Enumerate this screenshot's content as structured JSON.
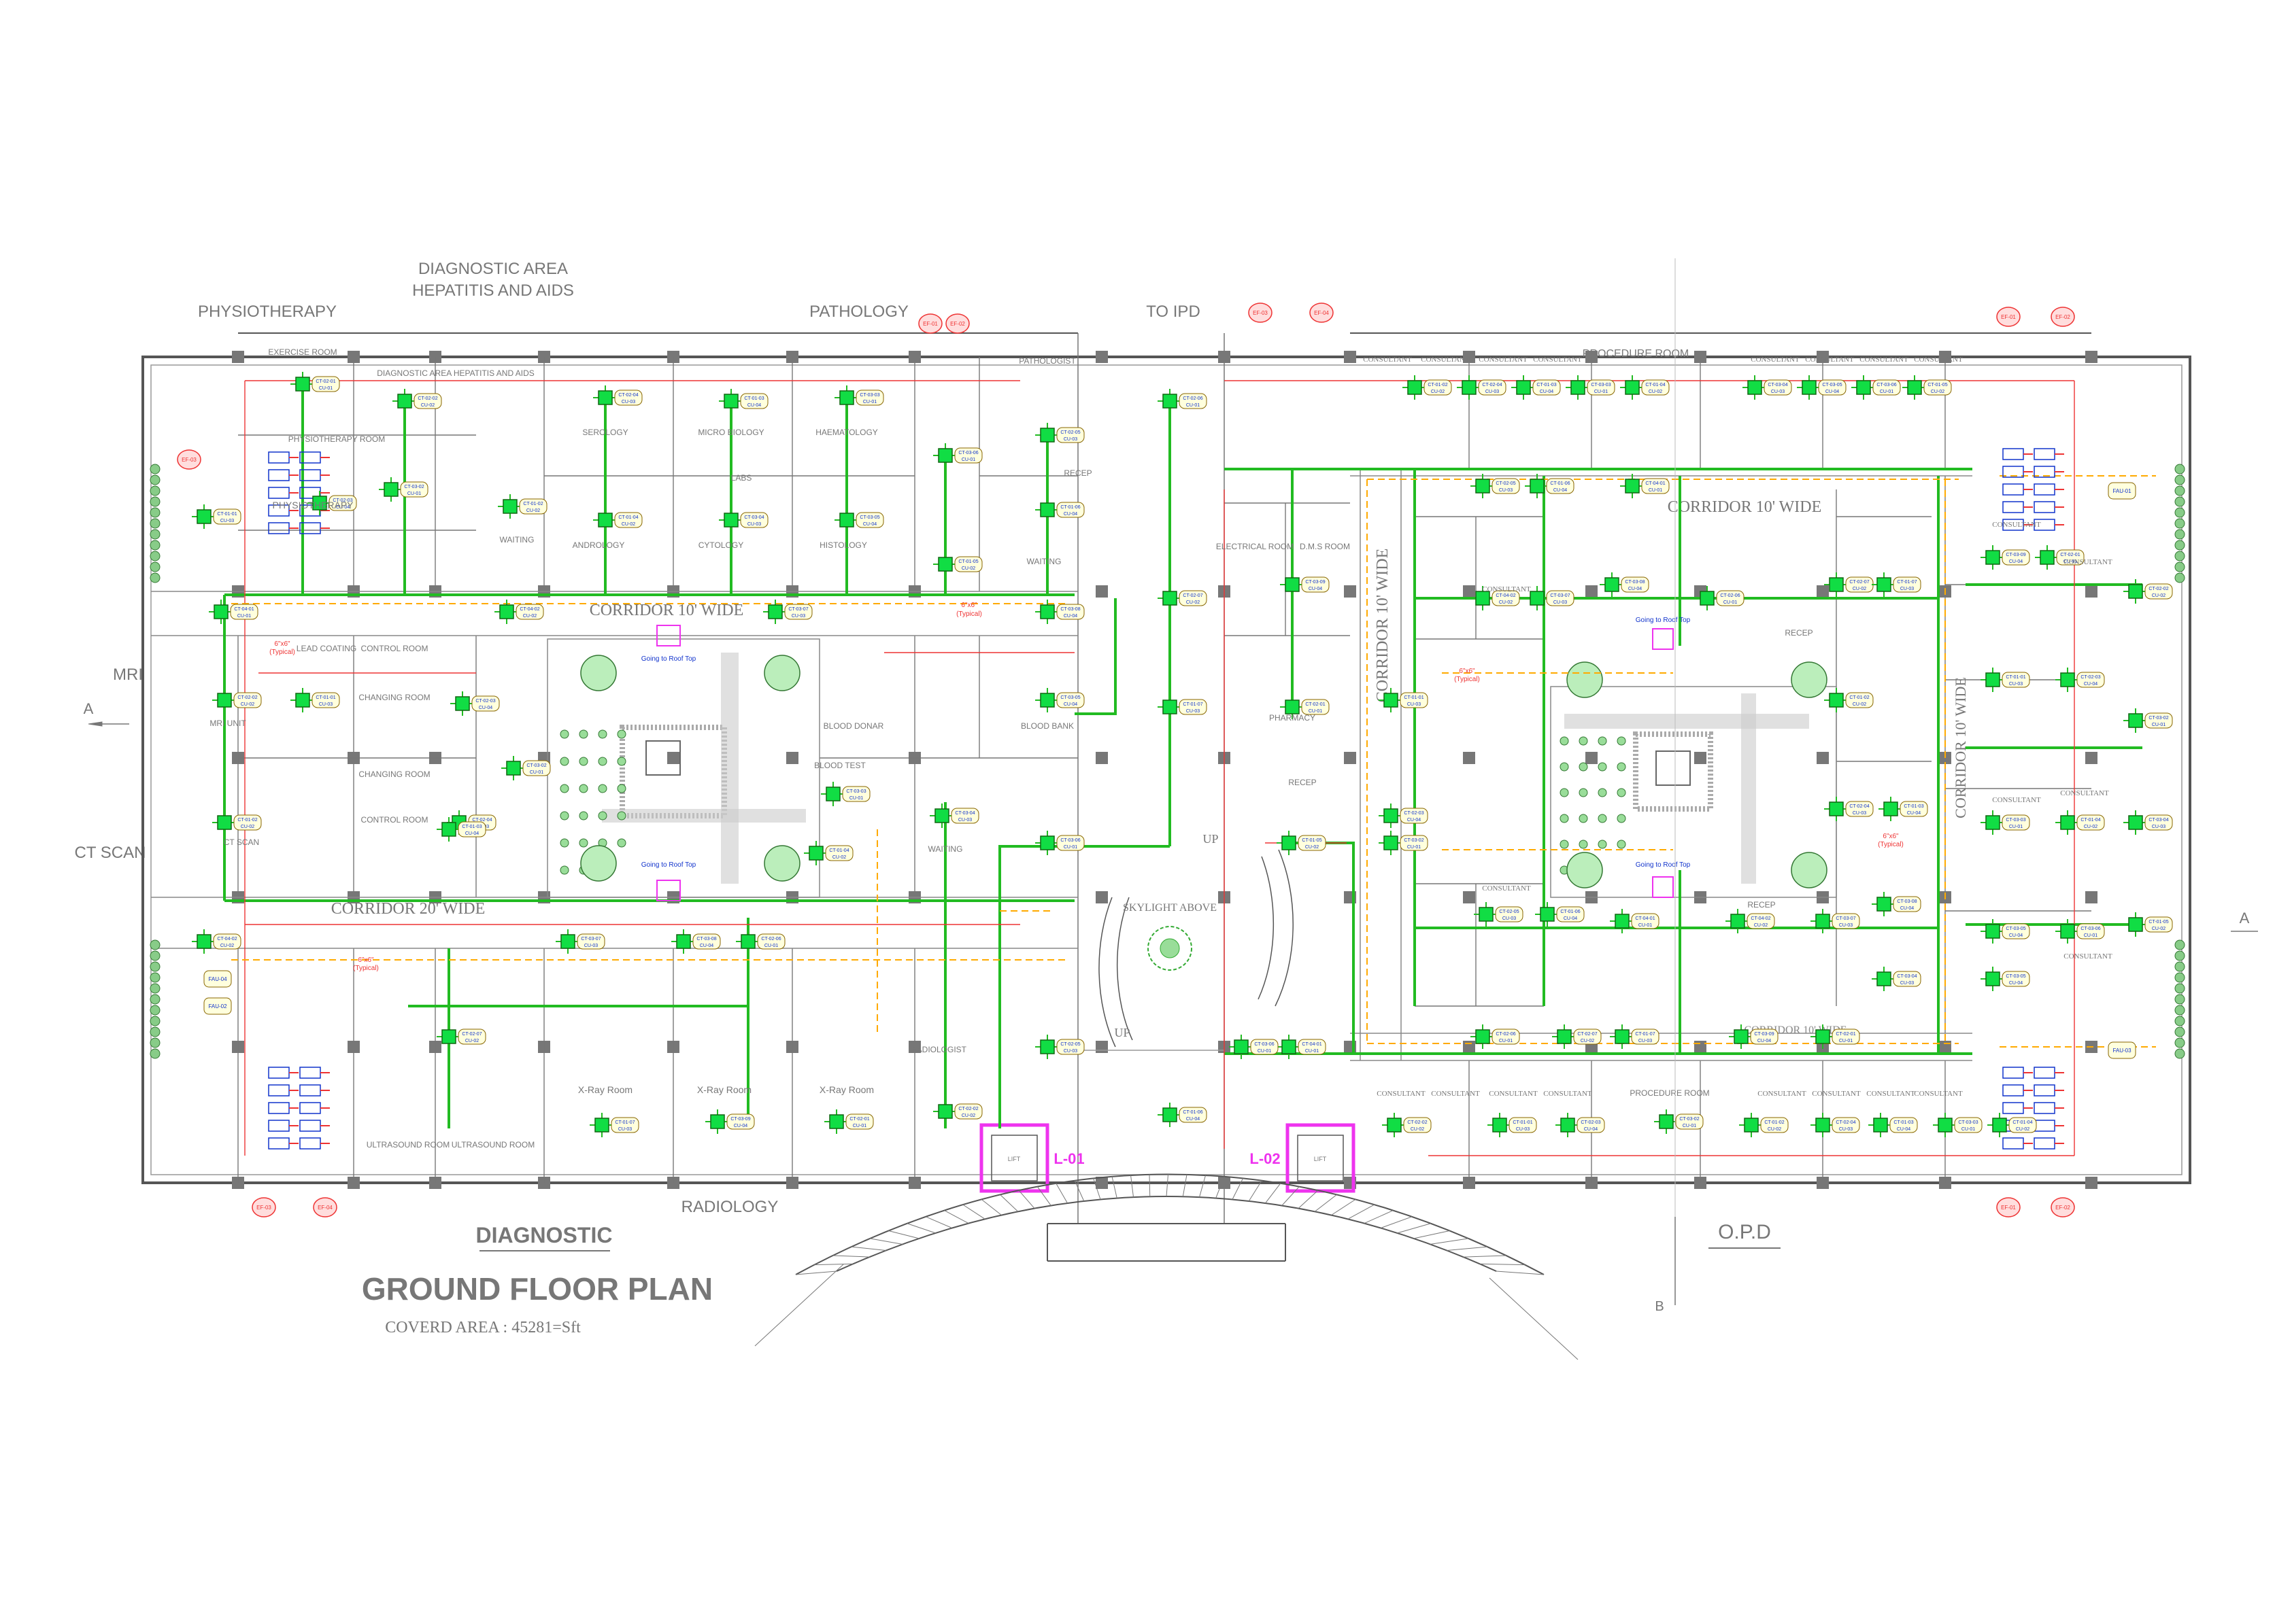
{
  "sections": {
    "physiotherapy": "PHYSIOTHERAPY",
    "diagnostic_area_1": "DIAGNOSTIC AREA",
    "diagnostic_area_2": "HEPATITIS AND AIDS",
    "pathology": "PATHOLOGY",
    "to_ipd": "TO IPD",
    "radiology": "RADIOLOGY",
    "mri": "MRI",
    "ct_scan": "CT SCAN"
  },
  "rooms": {
    "exercise_room": "EXERCISE ROOM",
    "physiotherapy_room": "PHYSIOTHERAPY ROOM",
    "physiotherapy": "PHYSIOTHERAPY",
    "diagnostic_area": "DIAGNOSTIC AREA HEPATITIS AND AIDS",
    "serology": "SEROLOGY",
    "micro_biology": "MICRO BIOLOGY",
    "haematology": "HAEMATOLOGY",
    "labs": "LABS",
    "andrology": "ANDROLOGY",
    "cytology": "CYTOLOGY",
    "histology": "HISTOLOGY",
    "pathologist": "PATHOLOGIST",
    "waiting": "WAITING",
    "electrical_room": "ELECTRICAL ROOM",
    "dms_room": "D.M.S ROOM",
    "pharmacy": "PHARMACY",
    "blood_donar": "BLOOD DONAR",
    "blood_bank": "BLOOD BANK",
    "blood_test": "BLOOD TEST",
    "mri_unit": "MRI UNIT",
    "control_room": "CONTROL ROOM",
    "changing_room": "CHANGING ROOM",
    "ct_scan": "CT SCAN",
    "lead_coating": "LEAD COATING",
    "ultrasound_1": "ULTRASOUND ROOM",
    "ultrasound_2": "ULTRASOUND ROOM",
    "xray_1": "X-Ray Room",
    "xray_2": "X-Ray Room",
    "xray_3": "X-Ray Room",
    "radiologist": "RADIOLOGIST",
    "procedure_room_top": "PROCEDURE ROOM",
    "procedure_room_bottom": "PROCEDURE ROOM",
    "consultant": "CONSULTANT",
    "recep": "RECEP",
    "skylight": "SKYLIGHT ABOVE",
    "up": "UP",
    "lift": "LIFT"
  },
  "corridors": {
    "c1": "CORRIDOR 10' WIDE",
    "c2": "CORRIDOR 20' WIDE",
    "c3": "CORRIDOR 10' WIDE",
    "c4": "CORRIDOR 10' WIDE",
    "c5": "CORRIDOR 10' WIDE",
    "c6": "CORRIDOR 10' WIDE"
  },
  "lifts": {
    "l1": "L-01",
    "l2": "L-02"
  },
  "notes": {
    "going_roof": "Going to Roof Top",
    "typical": "(Typical)",
    "size_tag": "6\"x6\""
  },
  "equipment": {
    "ct_tags": [
      "CT-02-01",
      "CT-02-02",
      "CT-01-01",
      "CT-02-03",
      "CT-03-02",
      "CT-01-02",
      "CT-02-04",
      "CT-01-03",
      "CT-03-03",
      "CT-01-04",
      "CT-03-04",
      "CT-03-05",
      "CT-03-06",
      "CT-01-05",
      "CT-02-05",
      "CT-01-06",
      "CT-04-01",
      "CT-04-02",
      "CT-03-07",
      "CT-03-08",
      "CT-02-06",
      "CT-02-07",
      "CT-01-07",
      "CT-03-09"
    ],
    "cu_tags": [
      "CU-01",
      "CU-02",
      "CU-03",
      "CU-04"
    ],
    "ef_tags": [
      "EF-01",
      "EF-02",
      "EF-03",
      "EF-04"
    ],
    "fau_tags": [
      "FAU-01",
      "FAU-02",
      "FAU-03",
      "FAU-04"
    ]
  },
  "markers": {
    "a_left": "A",
    "a_right": "A",
    "b": "B"
  },
  "titles": {
    "diagnostic": "DIAGNOSTIC",
    "opd": "O.P.D",
    "plan": "GROUND FLOOR PLAN",
    "area": "COVERD AREA : 45281=Sft"
  },
  "colors": {
    "wall": "#555555",
    "green_duct": "#22bb22",
    "red_pipe": "#ee3333",
    "orange_pipe": "#ffaa00",
    "unit_fill": "#11dd44",
    "tag_blue": "#1133cc",
    "lift_magenta": "#ee33ee"
  }
}
